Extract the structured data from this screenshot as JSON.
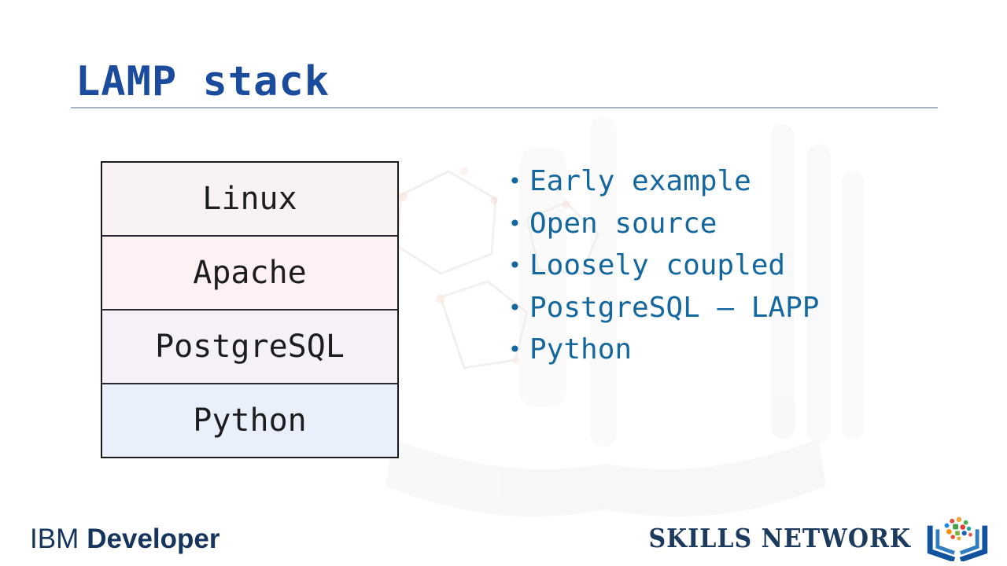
{
  "slide_title": "LAMP stack",
  "stack_diagram": {
    "layers": [
      {
        "label": "Linux",
        "bg": "#f8f3f2"
      },
      {
        "label": "Apache",
        "bg": "#fdf1f3"
      },
      {
        "label": "PostgreSQL",
        "bg": "#f6f1f9"
      },
      {
        "label": "Python",
        "bg": "#e9f0fb"
      }
    ]
  },
  "bullet_marker": "•",
  "bullets": [
    "Early example",
    "Open source",
    "Loosely coupled",
    "PostgreSQL – LAPP",
    "Python"
  ],
  "footer": {
    "ibm": "IBM",
    "developer": "Developer",
    "skills_network": "SKILLS NETWORK"
  },
  "colors": {
    "title_blue": "#1a4b9d",
    "bullet_blue": "#14679f",
    "underline_gray": "#a9b3bf",
    "footer_navy": "#16355e",
    "stack_border": "#1a1a1a"
  }
}
